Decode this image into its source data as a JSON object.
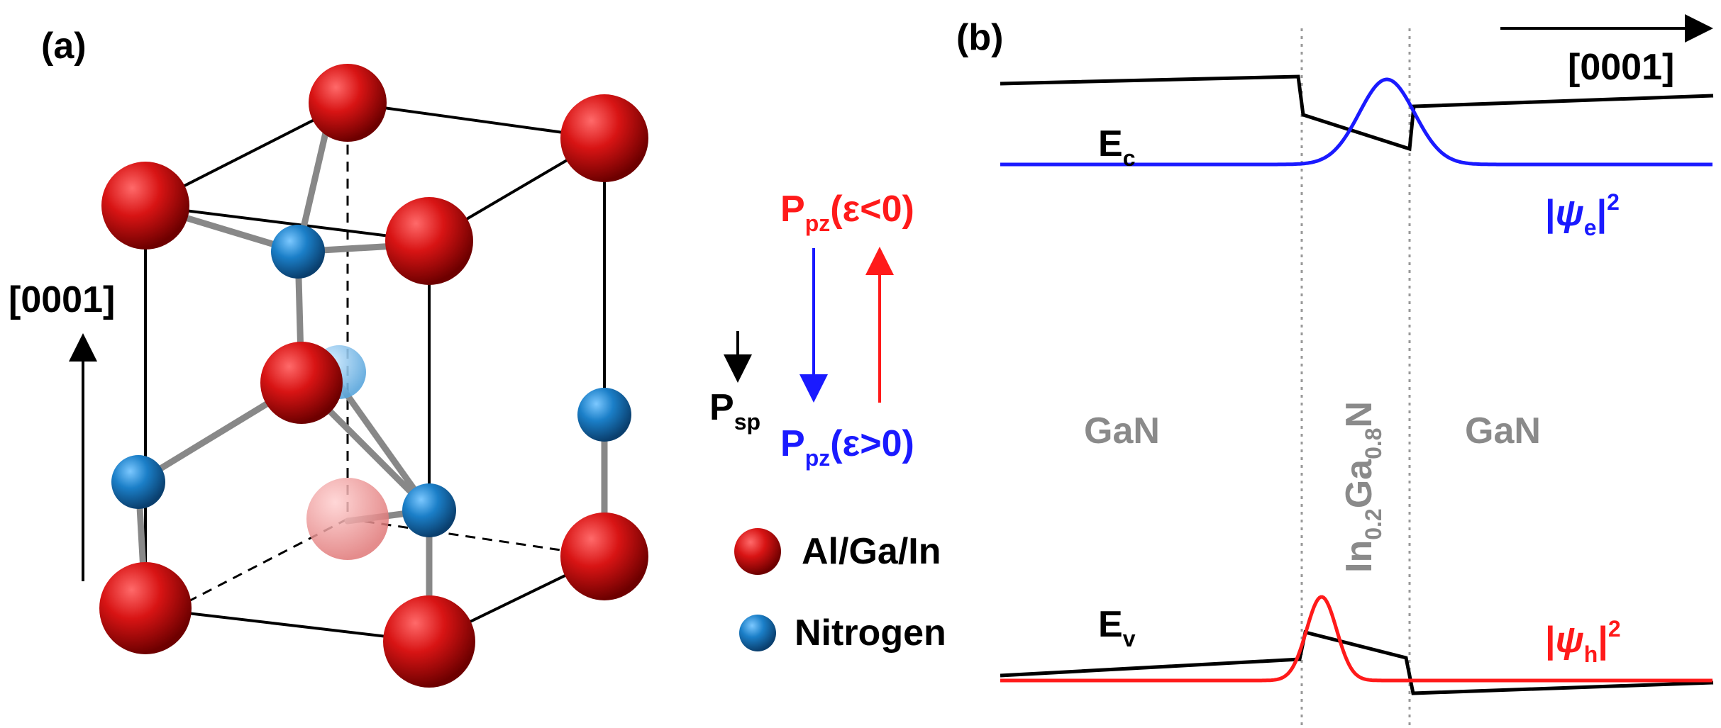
{
  "panel_a": {
    "label": "(a)",
    "direction_label": "[0001]",
    "psp_main": "P",
    "psp_sub": "sp",
    "ppz_neg_main": "P",
    "ppz_neg_sub": "pz",
    "ppz_neg_cond": "(ε<0)",
    "ppz_pos_main": "P",
    "ppz_pos_sub": "pz",
    "ppz_pos_cond": "(ε>0)",
    "legend_metal": "Al/Ga/In",
    "legend_nitrogen": "Nitrogen",
    "colors": {
      "metal": "#cc1111",
      "nitrogen": "#1a7fc8",
      "ppz_neg": "#ff1a1a",
      "ppz_pos": "#1a1aff"
    }
  },
  "panel_b": {
    "label": "(b)",
    "direction_label": "[0001]",
    "ec_main": "E",
    "ec_sub": "c",
    "ev_main": "E",
    "ev_sub": "v",
    "psi_e_pre": "|",
    "psi_e_sym": "ψ",
    "psi_e_sub": "e",
    "psi_e_post": "|",
    "psi_e_sup": "2",
    "psi_h_pre": "|",
    "psi_h_sym": "ψ",
    "psi_h_sub": "h",
    "psi_h_post": "|",
    "psi_h_sup": "2",
    "region_left": "GaN",
    "region_right": "GaN",
    "well_in": "In",
    "well_in_frac": "0.2",
    "well_ga": "Ga",
    "well_ga_frac": "0.8",
    "well_n": "N",
    "colors": {
      "band": "#000000",
      "electron": "#1a1aff",
      "hole": "#ff1a1a",
      "region_text": "#8a8a8a"
    }
  }
}
